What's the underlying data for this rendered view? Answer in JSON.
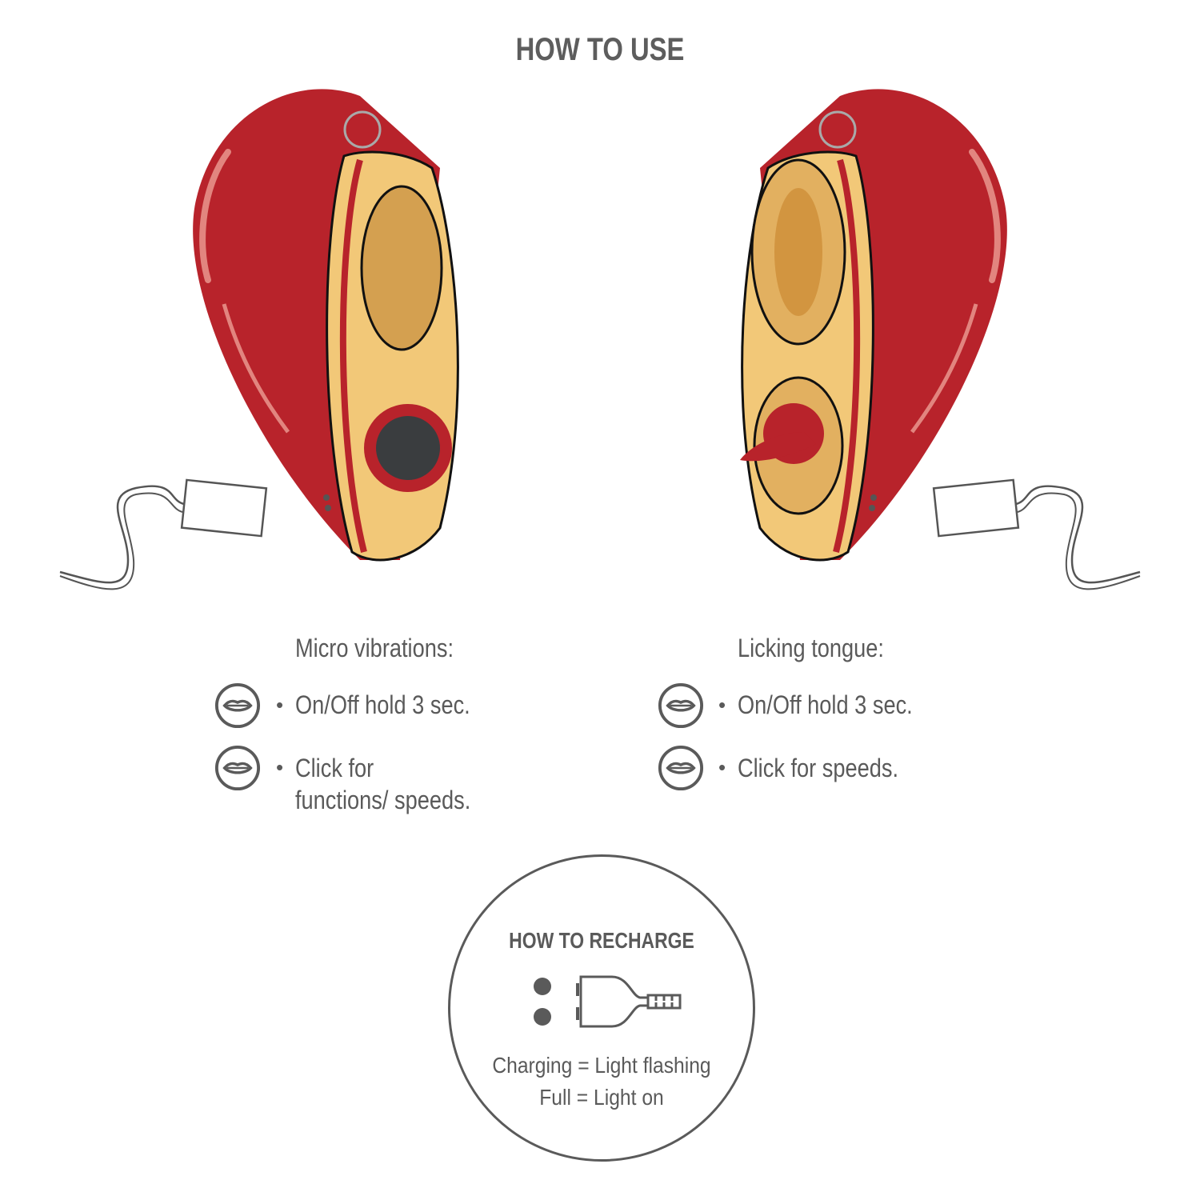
{
  "title": "HOW TO USE",
  "left": {
    "heading": "Micro vibrations:",
    "items": [
      {
        "icon": "lips-button-icon",
        "lines": [
          "On/Off hold 3 sec."
        ]
      },
      {
        "icon": "lips-button-icon",
        "lines": [
          "Click for",
          "functions/ speeds."
        ]
      }
    ]
  },
  "right": {
    "heading": "Licking tongue:",
    "items": [
      {
        "icon": "lips-button-icon",
        "lines": [
          "On/Off hold 3 sec."
        ]
      },
      {
        "icon": "lips-button-icon",
        "lines": [
          "Click for speeds."
        ]
      }
    ]
  },
  "recharge": {
    "title": "HOW TO RECHARGE",
    "line1": "Charging = Light flashing",
    "line2": "Full = Light on"
  },
  "colors": {
    "red": "#b8232b",
    "yellow": "#f2c878",
    "tan": "#d4a050",
    "gray": "#5a5a5a"
  }
}
